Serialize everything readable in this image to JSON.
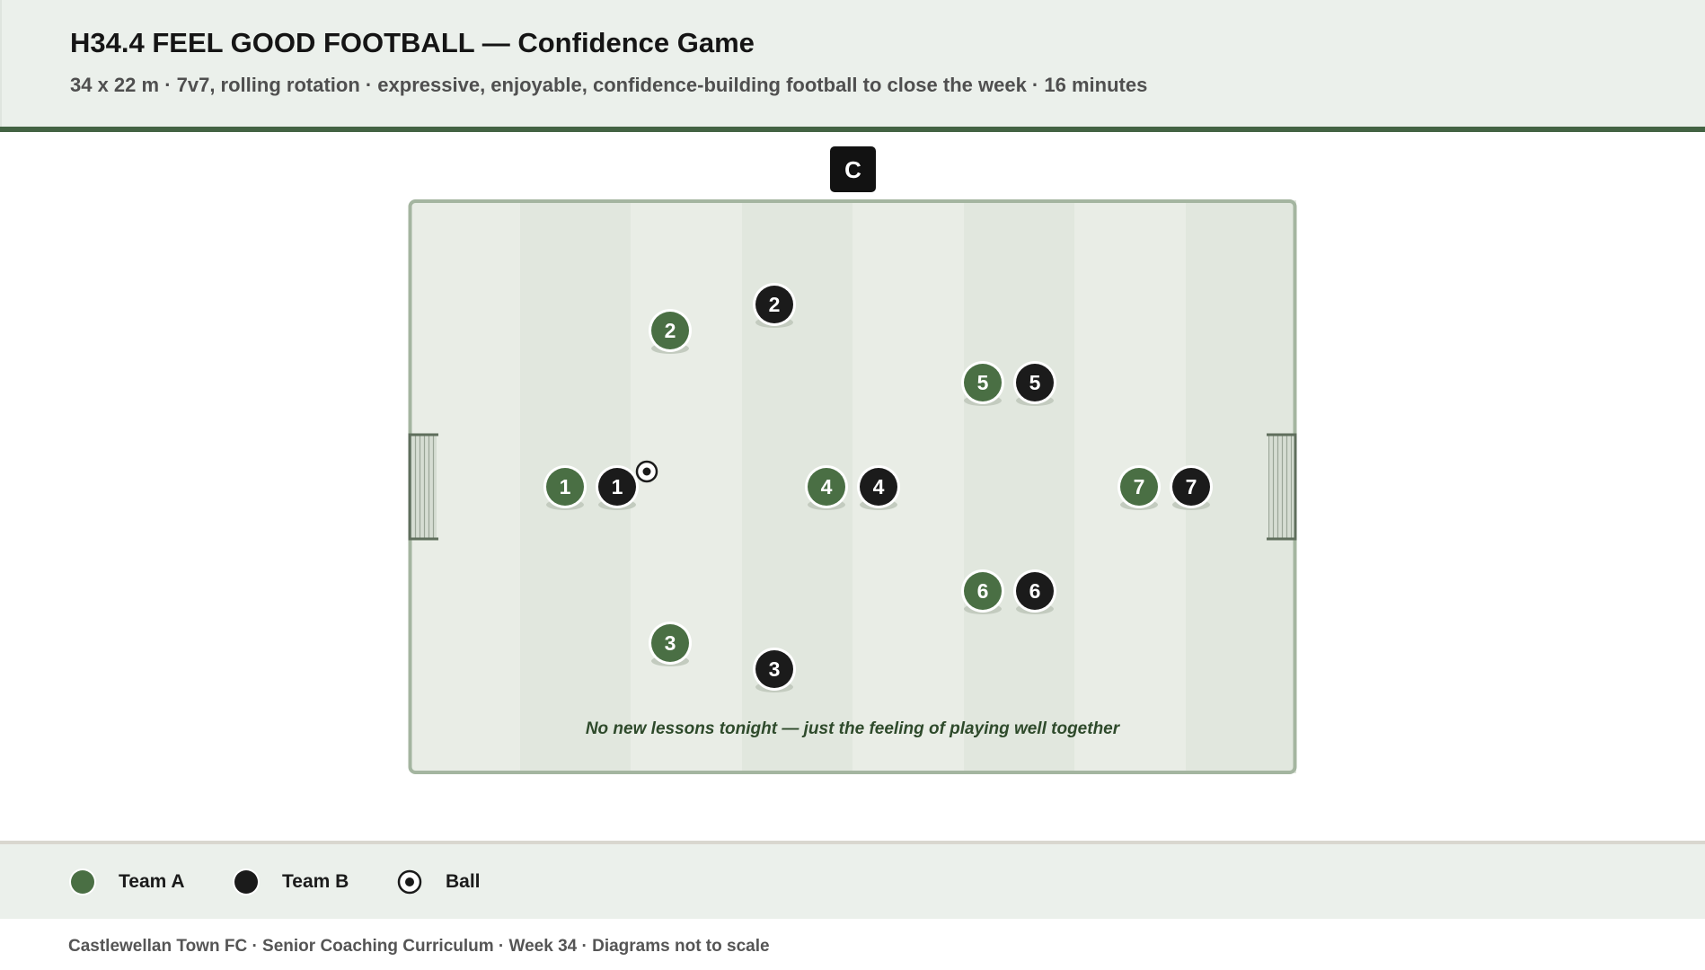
{
  "header": {
    "title": "H34.4 FEEL GOOD FOOTBALL — Confidence Game",
    "subtitle": "34 x 22 m · 7v7, rolling rotation · expressive, enjoyable, confidence-building football to close the week · 16 minutes"
  },
  "diagram": {
    "coach_label": "C",
    "note": "No new lessons tonight — just the feeling of playing well together",
    "team_a": [
      "1",
      "2",
      "3",
      "4",
      "5",
      "6",
      "7"
    ],
    "team_b": [
      "1",
      "2",
      "3",
      "4",
      "5",
      "6",
      "7"
    ],
    "ball_holder": "team_b player 1"
  },
  "legend": {
    "team_a": "Team A",
    "team_b": "Team B",
    "ball": "Ball"
  },
  "footer": {
    "text": "Castlewellan Town FC · Senior Coaching Curriculum · Week 34 · Diagrams not to scale"
  },
  "colors": {
    "team_a": "#4a6f44",
    "team_b": "#1b1b1b",
    "accent": "#436343",
    "pitch": "#e9ede6"
  },
  "icons": {
    "ball": "ball-icon",
    "goal": "goal-icon"
  }
}
